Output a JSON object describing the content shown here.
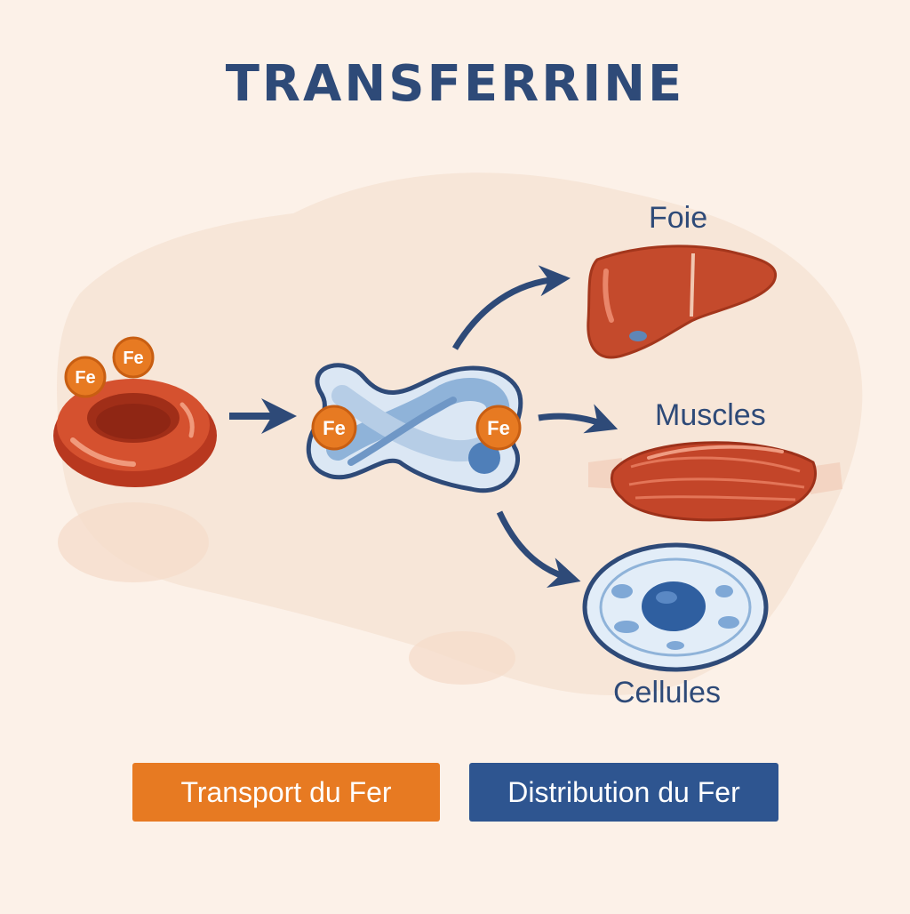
{
  "title": "TRANSFERRINE",
  "fe_label": "Fe",
  "targets": {
    "liver": "Foie",
    "muscles": "Muscles",
    "cells": "Cellules"
  },
  "tags": {
    "transport": "Transport du Fer",
    "distribution": "Distribution du Fer"
  },
  "colors": {
    "navy": "#2e4a78",
    "orange": "#e77a22",
    "red": "#c9472e",
    "light_blue": "#8fb3d9",
    "background": "#fcf1e8"
  }
}
